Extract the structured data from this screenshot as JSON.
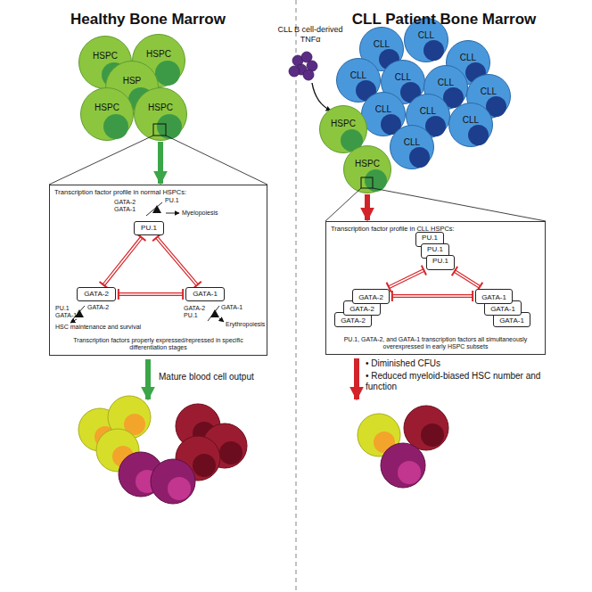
{
  "diagram": {
    "nodes": [
      {
        "text": [
          "HSPC"
        ]
      },
      {
        "text": [
          "HSPC"
        ]
      },
      {
        "text": [
          "HSP"
        ]
      },
      {
        "text": [
          "HSPC"
        ]
      },
      {
        "text": [
          "HSPC"
        ]
      },
      {
        "text": [
          "Transcription factor profile in normal HSPCs:",
          "Transcription factors properly expressed/repressed in specific differentiation stages"
        ]
      },
      {
        "text": [
          "PU.1"
        ],
        "in": 5
      },
      {
        "text": [
          "GATA-2"
        ],
        "in": 5
      },
      {
        "text": [
          "GATA-1"
        ],
        "in": 5
      },
      {
        "text": [
          "CLL"
        ]
      },
      {
        "text": [
          "CLL"
        ]
      },
      {
        "text": [
          "CLL"
        ]
      },
      {
        "text": [
          "CLL"
        ]
      },
      {
        "text": [
          "CLL"
        ]
      },
      {
        "text": [
          "CLL"
        ]
      },
      {
        "text": [
          "CLL"
        ]
      },
      {
        "text": [
          "CLL"
        ]
      },
      {
        "text": [
          "CLL"
        ]
      },
      {
        "text": [
          "CLL"
        ]
      },
      {
        "text": [
          "CLL"
        ]
      },
      {
        "text": [
          "HSPC"
        ]
      },
      {
        "text": [
          "HSPC"
        ]
      },
      {
        "text": [
          "Transcription factor profile in CLL HSPCs:",
          "PU.1, GATA-2, and GATA-1 transcription factors all simultaneously overexpressed in early HSPC subsets"
        ]
      },
      {
        "text": [
          "PU.1"
        ],
        "in": 22
      },
      {
        "text": [
          "PU.1"
        ],
        "in": 22
      },
      {
        "text": [
          "PU.1"
        ],
        "in": 22
      },
      {
        "text": [
          "GATA-2"
        ],
        "in": 22
      },
      {
        "text": [
          "GATA-2"
        ],
        "in": 22
      },
      {
        "text": [
          "GATA-2"
        ],
        "in": 22
      },
      {
        "text": [
          "GATA-1"
        ],
        "in": 22
      },
      {
        "text": [
          "GATA-1"
        ],
        "in": 22
      },
      {
        "text": [
          "GATA-1"
        ],
        "in": 22
      }
    ],
    "edges": [
      {
        "from": 4,
        "to": 5,
        "arrow": "to"
      },
      {
        "from": 6,
        "to": 7,
        "arrow": "both"
      },
      {
        "from": 6,
        "to": 8,
        "arrow": "both"
      },
      {
        "from": 7,
        "to": 8,
        "arrow": "both"
      },
      {
        "from": 21,
        "to": 22,
        "arrow": "to"
      },
      {
        "from": 25,
        "to": 28,
        "arrow": "both"
      },
      {
        "from": 25,
        "to": 31,
        "arrow": "both"
      },
      {
        "from": 28,
        "to": 31,
        "arrow": "both"
      }
    ],
    "labels": [
      "Healthy Bone Marrow",
      "CLL Patient Bone Marrow",
      "GATA-2",
      "GATA-1",
      "PU.1",
      "Myelopoiesis",
      "PU.1",
      "GATA-1",
      "GATA-2",
      "HSC maintenance and survival",
      "GATA-2",
      "PU.1",
      "GATA-1",
      "Erythropoiesis",
      "Mature blood cell output",
      "CLL B cell-derived TNFα",
      "• Diminished CFUs",
      "• Reduced myeloid-biased HSC number and function"
    ]
  }
}
